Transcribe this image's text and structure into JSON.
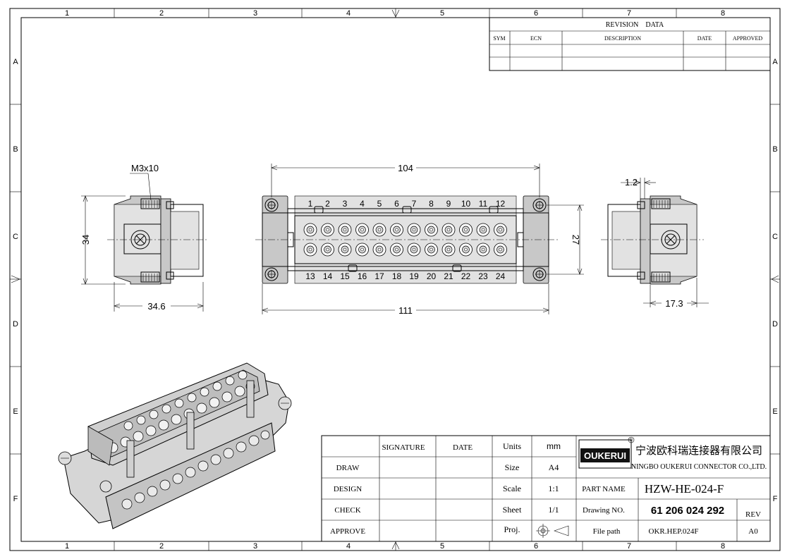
{
  "border": {
    "columns": [
      "1",
      "2",
      "3",
      "4",
      "5",
      "6",
      "7",
      "8"
    ],
    "rows": [
      "A",
      "B",
      "C",
      "D",
      "E",
      "F"
    ]
  },
  "revision": {
    "title": "REVISION　DATA",
    "headers": [
      "SYM",
      "ECN",
      "DESCRIPTION",
      "DATE",
      "APPROVED"
    ]
  },
  "views": {
    "left_label": "M3x10",
    "left_height": "34",
    "left_width": "34.6",
    "front_width_top": "104",
    "front_width_bottom": "111",
    "front_height": "27",
    "right_offset": "1.2",
    "right_width": "17.3",
    "pins_top": [
      "1",
      "2",
      "3",
      "4",
      "5",
      "6",
      "7",
      "8",
      "9",
      "10",
      "11",
      "12"
    ],
    "pins_bottom": [
      "13",
      "14",
      "15",
      "16",
      "17",
      "18",
      "19",
      "20",
      "21",
      "22",
      "23",
      "24"
    ]
  },
  "title_block": {
    "signature_header": "SIGNATURE",
    "date_header": "DATE",
    "row_labels": [
      "DRAW",
      "DESIGN",
      "CHECK",
      "APPROVE"
    ],
    "units_label": "Units",
    "units_value": "mm",
    "size_label": "Size",
    "size_value": "A4",
    "scale_label": "Scale",
    "scale_value": "1:1",
    "sheet_label": "Sheet",
    "sheet_value": "1/1",
    "proj_label": "Proj.",
    "logo_text": "OUKERUI",
    "company_cn": "宁波欧科瑞连接器有限公司",
    "company_en": "NINGBO OUKERUI CONNECTOR CO.,LTD.",
    "part_name_label": "PART NAME",
    "part_name_value": "HZW-HE-024-F",
    "drawing_no_label": "Drawing NO.",
    "drawing_no_value": "61 206 024 292",
    "rev_label": "REV",
    "file_path_label": "File path",
    "file_path_value": "OKR.HEP.024F",
    "rev_value": "A0"
  }
}
